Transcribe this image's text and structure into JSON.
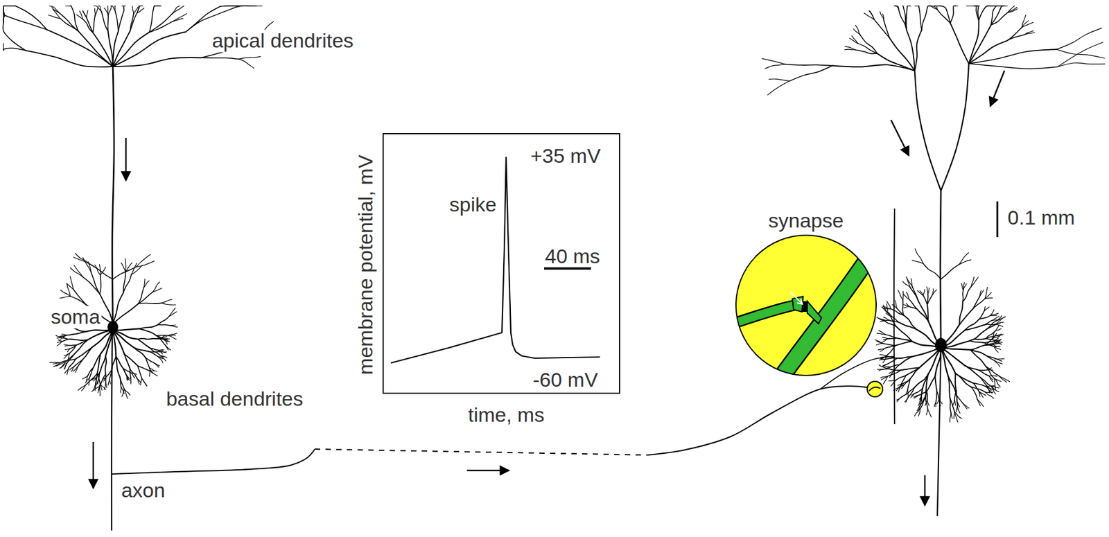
{
  "diagram": {
    "nodes": [
      {
        "text": [
          "membrane potential, mV",
          "+35 mV",
          "spike",
          "40 ms",
          "-60 mV",
          "time, ms"
        ]
      },
      {
        "text": [
          "synapse"
        ]
      }
    ],
    "labels": [
      "apical dendrites",
      "soma",
      "basal dendrites",
      "axon",
      "0.1 mm"
    ]
  }
}
